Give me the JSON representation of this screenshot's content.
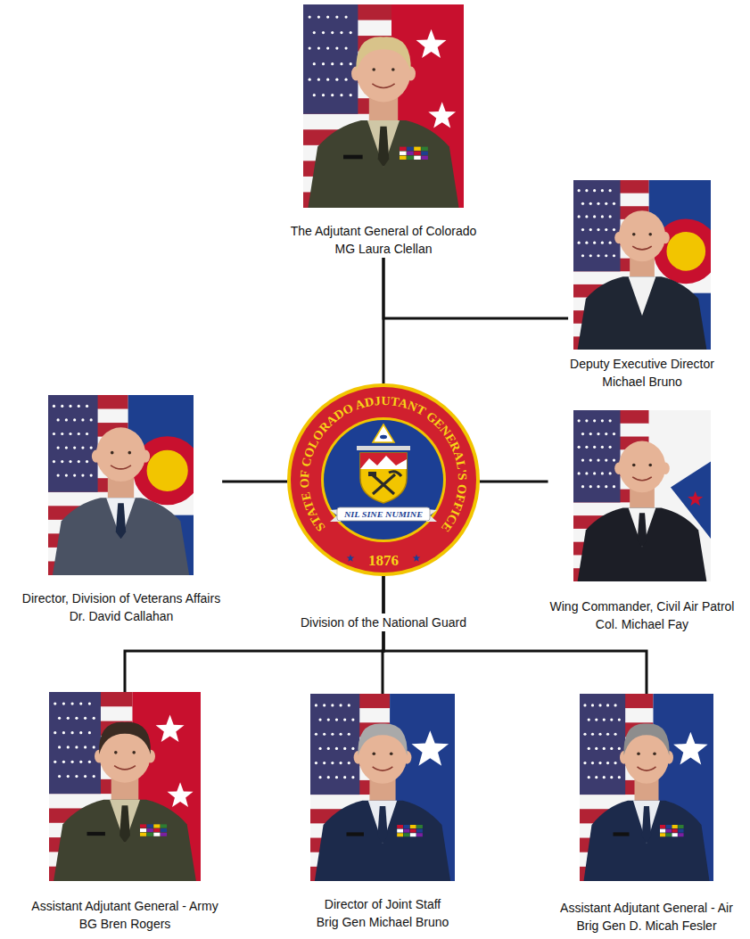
{
  "diagram": {
    "nodes": [
      {
        "text": [
          "The Adjutant General of Colorado",
          "MG Laura Clellan"
        ]
      },
      {
        "text": [
          "Deputy Executive Director",
          "Michael Bruno"
        ]
      },
      {
        "text": [
          "Director, Division of Veterans Affairs",
          "Dr. David Callahan"
        ]
      },
      {
        "text": [
          "STATE OF COLORADO ADJUTANT GENERAL'S OFFICE",
          "NIL SINE NUMINE",
          "1876"
        ]
      },
      {
        "text": [
          "Wing Commander, Civil Air Patrol",
          "Col. Michael Fay"
        ]
      },
      {
        "text": [
          "Assistant Adjutant General - Army",
          "BG Bren Rogers"
        ]
      },
      {
        "text": [
          "Director of Joint Staff",
          "Brig Gen Michael Bruno"
        ]
      },
      {
        "text": [
          "Assistant Adjutant General - Air",
          "Brig Gen D. Micah Fesler"
        ]
      }
    ],
    "edges": [
      {
        "from": 0,
        "to": 3,
        "arrow": "none"
      },
      {
        "from": 0,
        "to": 1,
        "arrow": "none"
      },
      {
        "from": 3,
        "to": 2,
        "arrow": "none"
      },
      {
        "from": 3,
        "to": 4,
        "arrow": "none"
      },
      {
        "from": 3,
        "to": 5,
        "arrow": "none"
      },
      {
        "from": 3,
        "to": 6,
        "arrow": "none"
      },
      {
        "from": 3,
        "to": 7,
        "arrow": "none"
      }
    ],
    "labels": [
      "Division of the National Guard"
    ]
  }
}
